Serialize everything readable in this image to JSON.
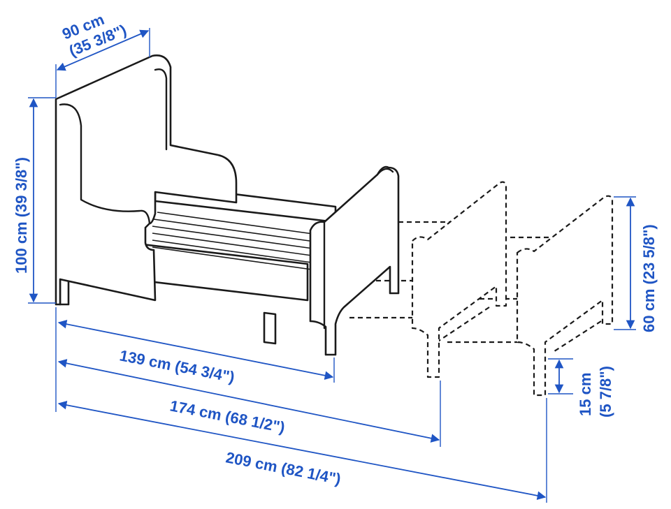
{
  "dimensions": {
    "width": {
      "line1": "90 cm",
      "line2": "(35 3/8\")"
    },
    "height": {
      "text": "100 cm (39 3/8\")"
    },
    "headboard_height": {
      "text": "60 cm (23 5/8\")"
    },
    "clearance": {
      "line1": "15 cm",
      "line2": "(5 7/8\")"
    },
    "length_short": {
      "text": "139 cm (54 3/4\")"
    },
    "length_mid": {
      "text": "174 cm (68 1/2\")"
    },
    "length_long": {
      "text": "209 cm (82 1/4\")"
    }
  },
  "colors": {
    "dimension": "#1f55c4",
    "outline": "#1a1a1a",
    "background": "#ffffff"
  }
}
